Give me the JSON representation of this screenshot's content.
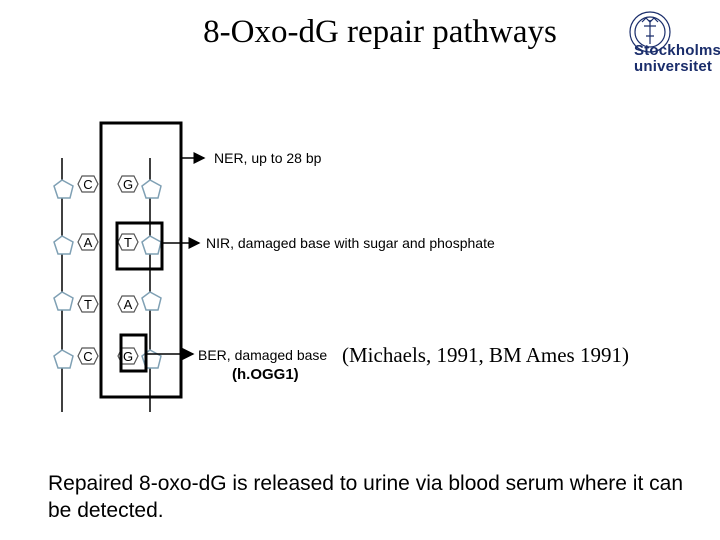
{
  "title": "8-Oxo-dG repair pathways",
  "logo": {
    "line1": "Stockholms",
    "line2": "universitet",
    "color": "#1a2d6b"
  },
  "strand_left": [
    "C",
    "A",
    "T",
    "C"
  ],
  "strand_right": [
    "G",
    "T",
    "A",
    "G"
  ],
  "pathways": {
    "ner": "NER, up to 28 bp",
    "nir": "NIR, damaged base with sugar and phosphate",
    "ber": "BER, damaged base"
  },
  "enzyme": "(h.OGG1)",
  "reference": "(Michaels, 1991, BM Ames 1991)",
  "caption": "Repaired 8-oxo-dG is released to urine via blood serum where it can be detected."
}
